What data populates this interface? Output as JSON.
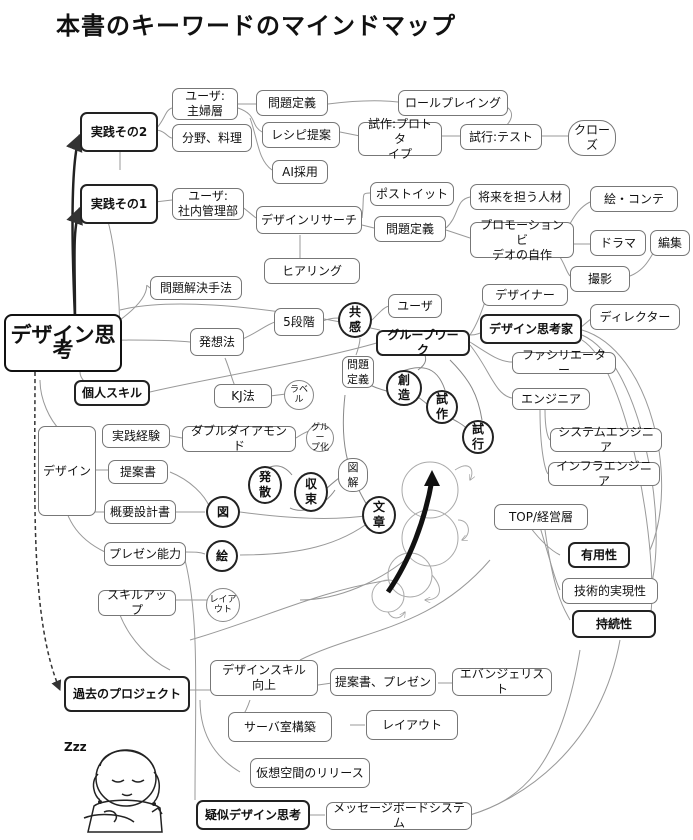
{
  "title": "本書のキーワードのマインドマップ",
  "nodes": {
    "root": "デザイン思考",
    "practice2": "実践その2",
    "practice1": "実践その1",
    "user_housewife": "ユーザ:\n主婦層",
    "field_cooking": "分野、料理",
    "problem_def_top": "問題定義",
    "recipe_proposal": "レシピ提案",
    "ai_adoption": "AI採用",
    "roleplaying": "ロールプレイング",
    "trial_prototype": "試作:プロトタ\nイプ",
    "trial_test": "試行:テスト",
    "close": "クロー\nズ",
    "user_admin": "ユーザ:\n社内管理部",
    "design_research": "デザインリサーチ",
    "postit": "ポストイット",
    "problem_def_mid": "問題定義",
    "future_talent": "将来を担う人材",
    "promo_video": "プロモーションビ\nデオの自作",
    "storyboard": "絵・コンテ",
    "drama": "ドラマ",
    "editing": "編集",
    "filming": "撮影",
    "hearing": "ヒアリング",
    "problem_solving": "問題解決手法",
    "five_steps": "5段階",
    "empathy": "共\n感",
    "user_small": "ユーザ",
    "designer": "デザイナー",
    "design_thinker": "デザイン思考家",
    "director": "ディレクター",
    "ideation_method": "発想法",
    "group_work": "グループワーク",
    "problem_def_small": "問題\n定義",
    "create": "創\n造",
    "prototype": "試\n作",
    "trial": "試\n行",
    "facilitator": "ファシリエーター",
    "engineer": "エンジニア",
    "system_engineer": "システムエンジニア",
    "infra_engineer": "インフラエンジニア",
    "personal_skill": "個人スキル",
    "kj_method": "KJ法",
    "label": "ラベ\nル",
    "practical_exp": "実践経験",
    "double_diamond": "ダブルダイアモンド",
    "grouping": "グルー\nプ化",
    "design": "デザイン",
    "proposal_doc": "提案書",
    "divergence": "発\n散",
    "convergence": "収\n束",
    "diagram_explain": "図\n解",
    "outline_doc": "概要設計書",
    "figure": "図",
    "text_writing": "文\n章",
    "top_mgmt": "TOP/経営層",
    "usefulness": "有用性",
    "feasibility": "技術的実現性",
    "sustainability": "持続性",
    "presentation": "プレゼン能力",
    "picture": "絵",
    "layout_small": "レイア\nウト",
    "skill_up": "スキルアップ",
    "past_projects": "過去のプロジェクト",
    "design_skill_up": "デザインスキル\n向上",
    "proposal_presentation": "提案書、プレゼン",
    "evangelist": "エバンジェリスト",
    "server_room": "サーバ室構築",
    "layout": "レイアウト",
    "virtual_space": "仮想空間のリリース",
    "pseudo_design": "疑似デザイン思考",
    "message_board": "メッセージボードシステム"
  },
  "sleeper_text": "Zzz"
}
